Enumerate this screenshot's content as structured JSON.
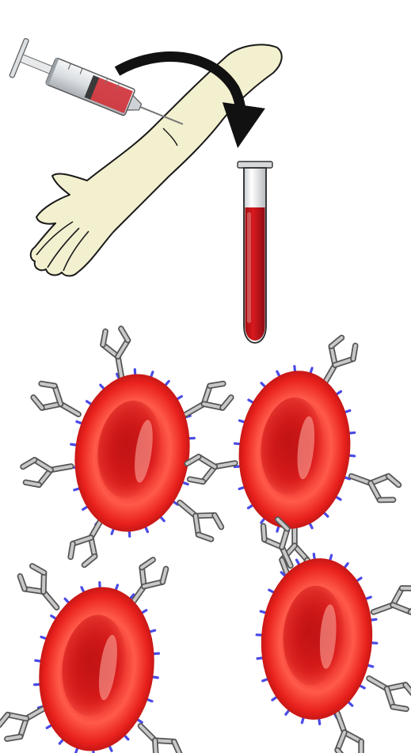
{
  "colors": {
    "background": "#ffffff",
    "arm_fill": "#f2f0cf",
    "outline": "#1a1a1a",
    "blood": "#cc1a1a",
    "rbc_light": "#ff5a4a",
    "rbc_mid": "#e8201c",
    "rbc_dark": "#a50f0f",
    "antibody": "#8a8a8a",
    "antibody_light": "#c8c8c8",
    "antigen": "#4a4ae6",
    "syringe_glass": "#e9ecef"
  },
  "icons": {
    "syringe": "syringe-icon",
    "arm": "arm-icon",
    "arrow": "curved-arrow-icon",
    "tube": "test-tube-icon",
    "cell": "red-blood-cell-icon",
    "antibody": "antibody-icon"
  },
  "cells": [
    {
      "id": "rbc-top-left",
      "antibodies": 6
    },
    {
      "id": "rbc-top-right",
      "antibodies": 4
    },
    {
      "id": "rbc-bottom-left",
      "antibodies": 4
    },
    {
      "id": "rbc-bottom-right",
      "antibodies": 4
    }
  ]
}
